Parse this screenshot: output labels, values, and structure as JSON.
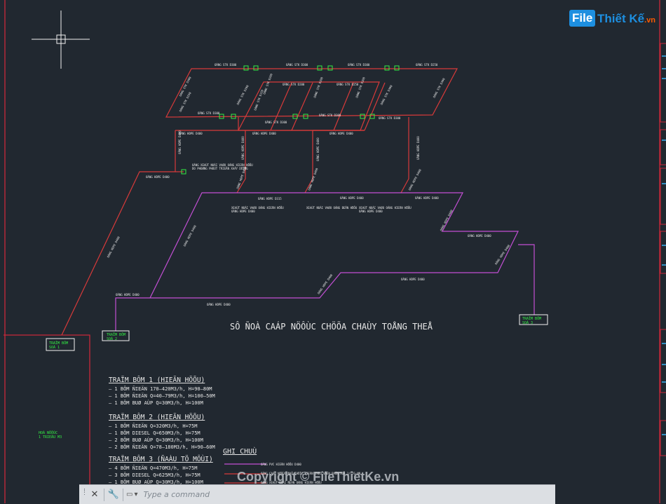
{
  "logo": {
    "file": "File",
    "rest": "Thiết Kế",
    "suffix": ".vn"
  },
  "watermark": "Copyright © FileThietKe.vn",
  "command": {
    "placeholder": "Type a command",
    "prompt_icon": "terminal-icon"
  },
  "drawing": {
    "title": "SÔ ÑOÀ CAÁP NÖÔÙC CHÖÕA CHAÙY TOÅNG THEÅ",
    "stations": {
      "s1": [
        "TRAÏM BÔM",
        "SOÁ 1"
      ],
      "s2": [
        "TRAÏM BÔM",
        "SOÁ 2"
      ],
      "s3": [
        "TRAÏM BÔM",
        "SOÁ 3"
      ],
      "tank": [
        "HOÀ NÖÔÙC",
        "1 TRIEÄU M3"
      ]
    },
    "pipe_labels": [
      "OÁNG STK D300",
      "OÁNG STK D300",
      "OÁNG STK D300",
      "OÁNG STK D250",
      "OÁNG STK D250",
      "OÁNG STK D200",
      "OÁNG STK D200",
      "OÁNG STK D250",
      "OÁNG STK D150",
      "OÁNG HDPE D400",
      "OÁNG HDPE D400",
      "OÁNG HDPE D400",
      "OÁNG HDPE D400",
      "OÁNG HDPE D400",
      "OÁNG HDPE D400",
      "OÁNG HDPE D400",
      "OÁNG HDPE D400",
      "OÁNG HDPE D315"
    ],
    "notes_small": [
      "OÁNG XEAÙT NOÁI VAØO OÁNG HIEÄN HÖÕU",
      "DO PHOØNG PHOÙT TRIEÅN XAÂY DÖÏNG",
      "XEAÙT NOÁI VAØO OÁNG HIEÄN HÖÕU",
      "OÁNG HDPE D400",
      "XEAÙT NOÁI VAØO OÁNG BEÂN HÖÕU",
      "XEAÙT NOÁI VAØO OÁNG HIEÄN HÖÕU",
      "OÁNG HDPE D400"
    ],
    "legend": {
      "title": "GHI CHUÙ",
      "items": [
        "OÁNG PVC HIEÄN HÖÕU D400",
        "OÁNG CAÁP NÖÔÙC ÑAÕ THÖÏC HIEÄN THEO VAÊN BAÛN SOÁ 1/TTG-NN",
        "OÁNG XEAÙT NOÁI ÑEÁN OÁNG HIEÄN HÖÕU"
      ],
      "colors": [
        "#c24fd3",
        "#d83a3a",
        "#d83a3a"
      ]
    },
    "text_blocks": [
      {
        "heading": "TRAÏM BÔM 1 (HIEÄN HÖÕU)",
        "lines": [
          "– 1 BÔM ÑIEÄN 170–420M3/h, H=90–80M",
          "– 1 BÔM ÑIEÄN Q=40–79M3/h, H=100–50M",
          "– 1 BÔM BUØ AÙP Q=30M3/h, H=100M"
        ]
      },
      {
        "heading": "TRAÏM BÔM 2 (HIEÄN HÖÕU)",
        "lines": [
          "– 1 BÔM ÑIEÄN Q=320M3/h, H=75M",
          "– 1 BÔM DIESEL Q=650M3/h, H=75M",
          "– 2 BÔM BUØ AÙP Q=30M3/h, H=100M",
          "– 2 BÔM ÑIEÄN Q=78–180M3/h, H=90–60M"
        ]
      },
      {
        "heading": "TRAÏM BÔM 3 (ÑAÀU TÖ MÔÙI)",
        "lines": [
          "– 4 BÔM ÑIEÄN Q=470M3/h, H=75M",
          "– 3 BÔM DIESEL Q=625M3/h, H=75M",
          "– 1 BÔM BUØ AÙP Q=30M3/h, H=100M"
        ]
      }
    ]
  },
  "colors": {
    "background": "#212830",
    "red": "#d83a3a",
    "magenta": "#c24fd3",
    "green": "#33ee44",
    "text": "#e8e8e8",
    "frame": "#c8283a"
  }
}
